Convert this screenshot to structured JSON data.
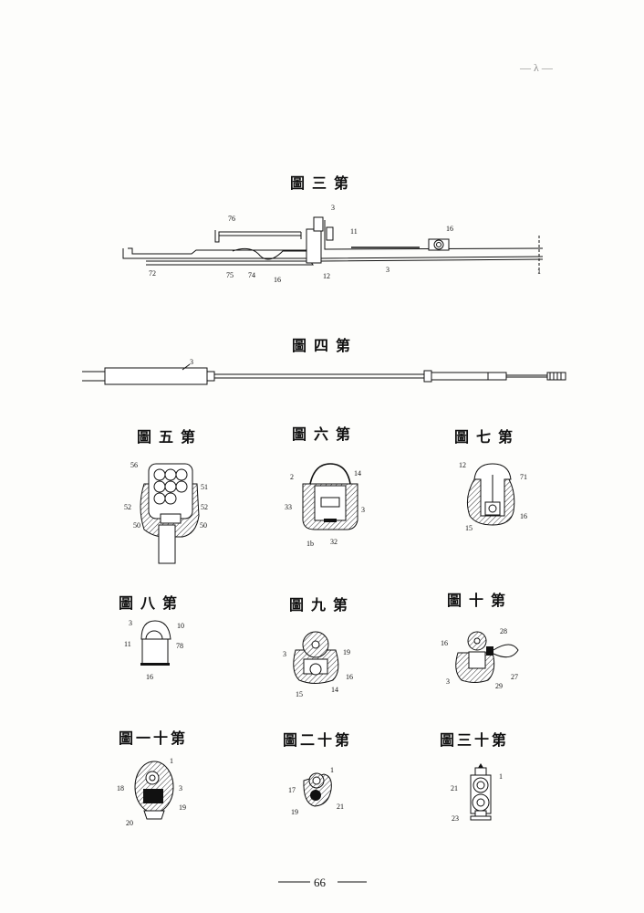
{
  "corner_mark": "— λ —",
  "page_number": "66",
  "figures": [
    {
      "title": "圖三第",
      "labels": [
        "76",
        "3",
        "11",
        "16",
        "72",
        "75",
        "74",
        "16",
        "12",
        "3",
        "1"
      ]
    },
    {
      "title": "圖四第",
      "labels": [
        "3"
      ]
    },
    {
      "title": "圖五第",
      "labels": [
        "56",
        "51",
        "52",
        "52",
        "50",
        "50"
      ]
    },
    {
      "title": "圖六第",
      "labels": [
        "14",
        "2",
        "33",
        "3",
        "1b",
        "32"
      ]
    },
    {
      "title": "圖七第",
      "labels": [
        "12",
        "71",
        "16",
        "15"
      ]
    },
    {
      "title": "圖八第",
      "labels": [
        "3",
        "10",
        "11",
        "78",
        "16"
      ]
    },
    {
      "title": "圖九第",
      "labels": [
        "3",
        "19",
        "16",
        "15",
        "14"
      ]
    },
    {
      "title": "圖十第",
      "labels": [
        "16",
        "28",
        "27",
        "3",
        "29"
      ]
    },
    {
      "title": "圖一十第",
      "labels": [
        "1",
        "18",
        "3",
        "19",
        "20"
      ]
    },
    {
      "title": "圖二十第",
      "labels": [
        "1",
        "17",
        "21",
        "19"
      ]
    },
    {
      "title": "圖三十第",
      "labels": [
        "1",
        "21",
        "23"
      ]
    }
  ]
}
